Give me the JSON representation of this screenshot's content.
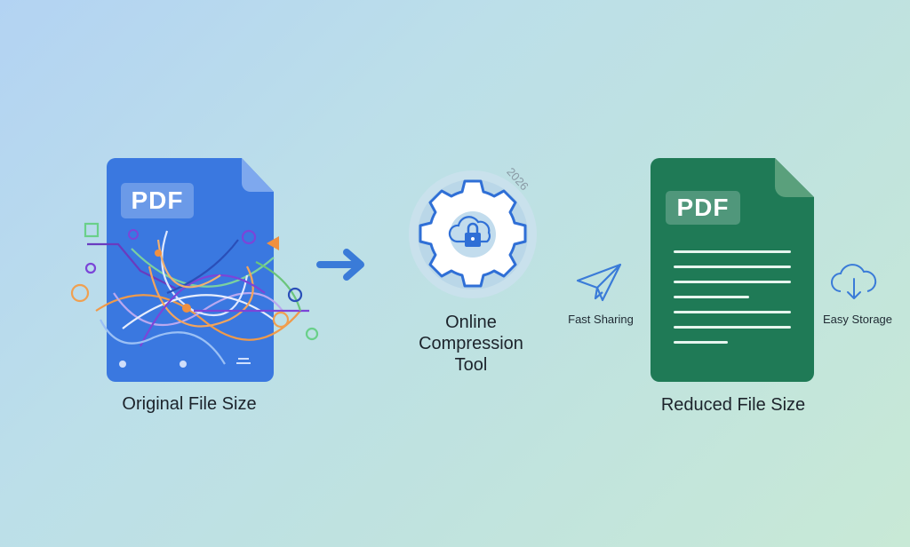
{
  "original": {
    "badge": "PDF",
    "caption": "Original File Size",
    "color": "#3a78e0"
  },
  "arrow": {
    "icon": "arrow-right-icon",
    "color": "#3a7bd8"
  },
  "tool": {
    "year": "2026",
    "caption_line1": "Online",
    "caption_line2": "Compression",
    "caption_line3": "Tool",
    "icon": "gear-cloud-lock-icon"
  },
  "reduced": {
    "badge": "PDF",
    "caption": "Reduced File Size",
    "color": "#1f7a56"
  },
  "features": [
    {
      "label": "Fast Sharing",
      "icon": "paper-plane-icon"
    },
    {
      "label": "Easy Storage",
      "icon": "cloud-download-icon"
    }
  ]
}
